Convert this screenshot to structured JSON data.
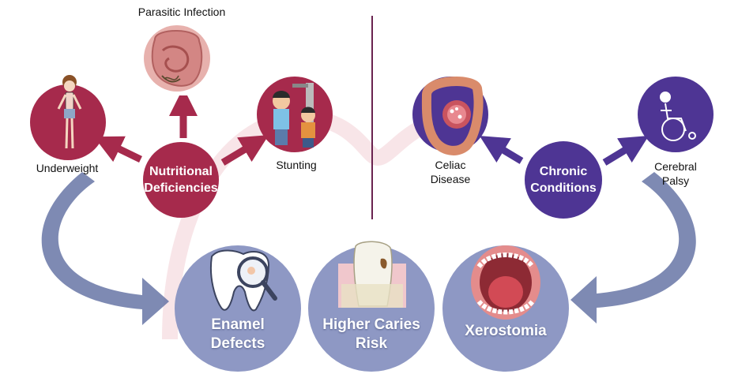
{
  "colors": {
    "nutrition": "#a62a4c",
    "chronic": "#4e3594",
    "outcome": "#8e98c4",
    "curved_arrow": "#6775a6",
    "divider": "#6a2350"
  },
  "nutritional": {
    "hub_line1": "Nutritional",
    "hub_line2": "Deficiencies",
    "parasitic": "Parasitic Infection",
    "underweight": "Underweight",
    "stunting": "Stunting"
  },
  "chronic": {
    "hub_line1": "Chronic",
    "hub_line2": "Conditions",
    "celiac_line1": "Celiac",
    "celiac_line2": "Disease",
    "palsy_line1": "Cerebral",
    "palsy_line2": "Palsy"
  },
  "outcomes": {
    "enamel_line1": "Enamel",
    "enamel_line2": "Defects",
    "caries_line1": "Higher Caries",
    "caries_line2": "Risk",
    "xerostomia": "Xerostomia"
  },
  "icons": [
    "girl-icon",
    "intestine-icon",
    "children-height-icon",
    "colon-icon",
    "wheelchair-icon",
    "tooth-magnifier-icon",
    "decayed-tooth-icon",
    "open-mouth-icon"
  ]
}
